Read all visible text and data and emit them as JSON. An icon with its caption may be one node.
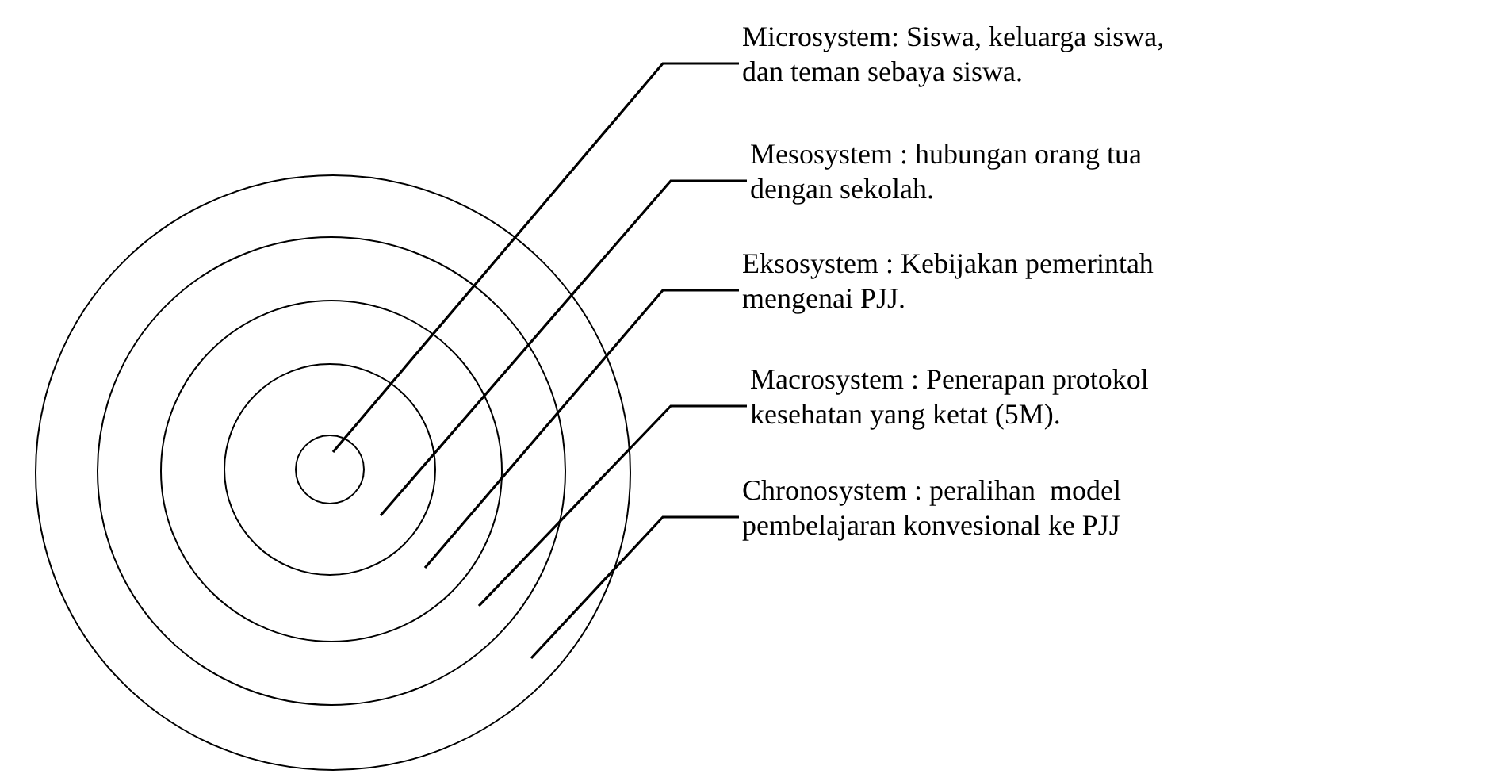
{
  "diagram": {
    "nodes": [
      {
        "text": [],
        "shape": "circle"
      },
      {
        "text": [],
        "shape": "circle",
        "in": 0
      },
      {
        "text": [],
        "shape": "circle",
        "in": 1
      },
      {
        "text": [],
        "shape": "circle",
        "in": 2
      },
      {
        "text": [],
        "shape": "circle",
        "in": 3
      },
      {
        "text": [
          "Microsystem: Siswa, keluarga siswa, dan teman sebaya siswa."
        ]
      },
      {
        "text": [
          "Mesosystem : hubungan orang tua dengan sekolah."
        ]
      },
      {
        "text": [
          "Eksosystem : Kebijakan pemerintah mengenai PJJ."
        ]
      },
      {
        "text": [
          "Macrosystem : Penerapan protokol kesehatan yang ketat (5M)."
        ]
      },
      {
        "text": [
          "Chronosystem : peralihan  model pembelajaran konvesional ke PJJ"
        ]
      }
    ],
    "edges": [
      {
        "from": 5,
        "to": 4,
        "arrow": "none"
      },
      {
        "from": 6,
        "to": 3,
        "arrow": "none"
      },
      {
        "from": 7,
        "to": 2,
        "arrow": "none"
      },
      {
        "from": 8,
        "to": 1,
        "arrow": "none"
      },
      {
        "from": 9,
        "to": 0,
        "arrow": "none"
      }
    ]
  }
}
